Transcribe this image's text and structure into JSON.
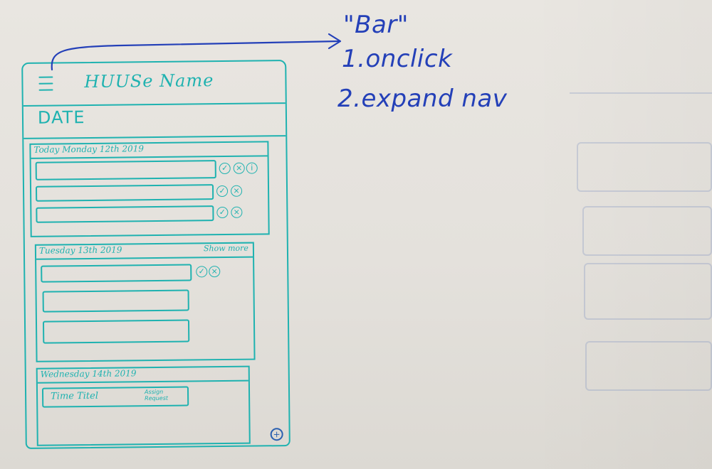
{
  "app": {
    "house_name": "HUUSe Name",
    "date_title": "DATE"
  },
  "days": [
    {
      "label": "Today Monday 12th 2019",
      "show_more": ""
    },
    {
      "label": "Tuesday 13th 2019",
      "show_more": "Show more"
    },
    {
      "label": "Wednesday 14th 2019",
      "show_more": ""
    }
  ],
  "cards": [
    {
      "title": "Time Titel",
      "action": "Assign Request"
    }
  ],
  "icons": {
    "accept": "✓",
    "reject": "×",
    "info": "i",
    "add": "+"
  },
  "annotation": {
    "title": "\"Bar\"",
    "line1": "1.onclick",
    "line2": "2.expand nav"
  },
  "colors": {
    "sketch": "#1fb2b0",
    "annotation": "#2440b8"
  }
}
